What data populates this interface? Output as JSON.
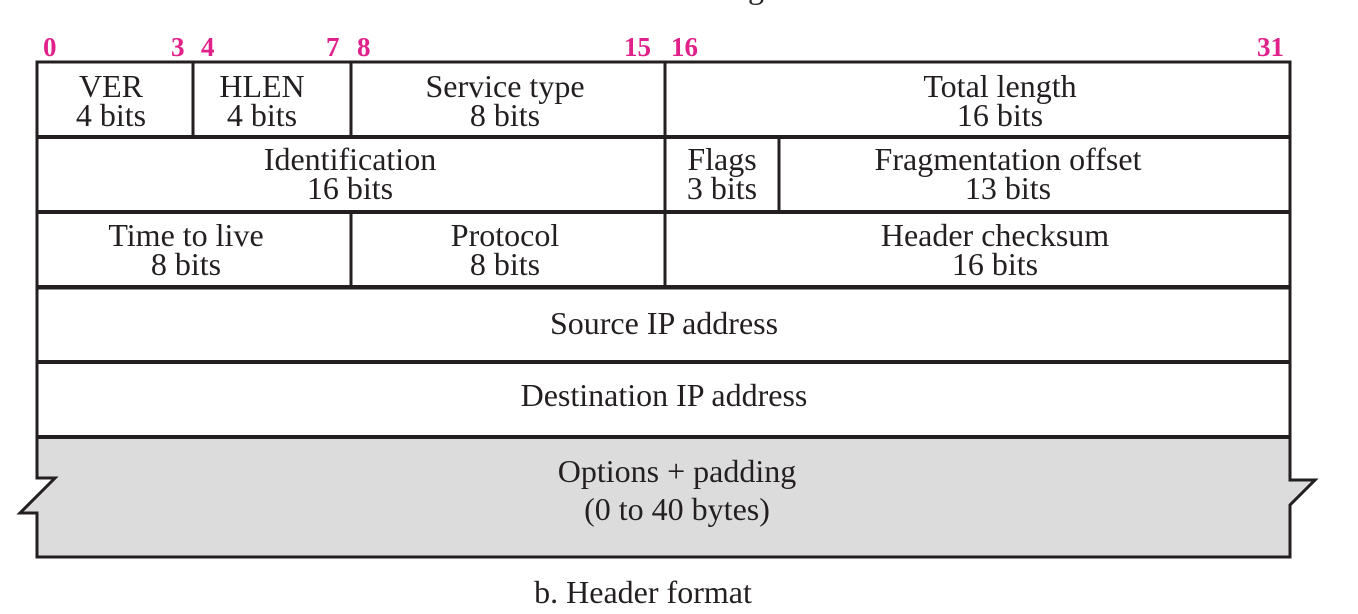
{
  "colors": {
    "bit_numbers": "#e0218a",
    "options_fill": "#dcdcdc",
    "border": "#231f20"
  },
  "bit_numbers": {
    "b0": "0",
    "b3": "3",
    "b4": "4",
    "b7": "7",
    "b8": "8",
    "b15": "15",
    "b16": "16",
    "b31": "31"
  },
  "rows": {
    "row1": {
      "ver": {
        "name": "VER",
        "size": "4 bits"
      },
      "hlen": {
        "name": "HLEN",
        "size": "4 bits"
      },
      "service": {
        "name": "Service type",
        "size": "8 bits"
      },
      "total": {
        "name": "Total length",
        "size": "16 bits"
      }
    },
    "row2": {
      "identification": {
        "name": "Identification",
        "size": "16 bits"
      },
      "flags": {
        "name": "Flags",
        "size": "3 bits"
      },
      "fragment": {
        "name": "Fragmentation offset",
        "size": "13 bits"
      }
    },
    "row3": {
      "ttl": {
        "name": "Time to live",
        "size": "8 bits"
      },
      "protocol": {
        "name": "Protocol",
        "size": "8 bits"
      },
      "checksum": {
        "name": "Header checksum",
        "size": "16 bits"
      }
    },
    "row4": {
      "source": "Source IP address"
    },
    "row5": {
      "destination": "Destination IP address"
    },
    "row6": {
      "options": "Options + padding",
      "options_size": "(0 to 40 bytes)"
    }
  },
  "caption": "b. Header format",
  "top_fragment": "g"
}
